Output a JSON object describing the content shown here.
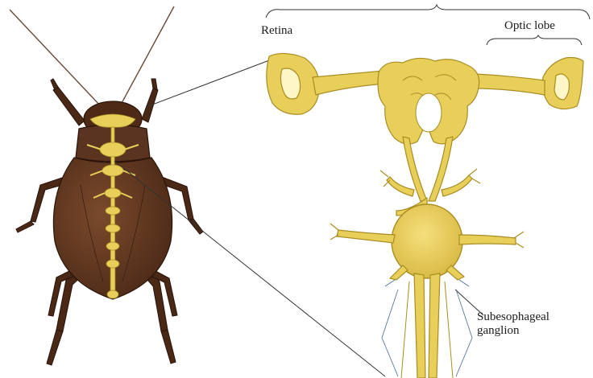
{
  "labels": {
    "retina": "Retina",
    "optic_lobe": "Optic lobe",
    "subesophageal_line1": "Subesophageal",
    "subesophageal_line2": "ganglion"
  },
  "colors": {
    "nerve": "#e8cf5a",
    "nerve_outline": "#a88d23",
    "nerve_shadow": "#c9ab35",
    "cricket_body": "#5a3420",
    "cricket_dark": "#3a2012",
    "cricket_highlight": "#7a4a2c",
    "line": "#222222"
  }
}
